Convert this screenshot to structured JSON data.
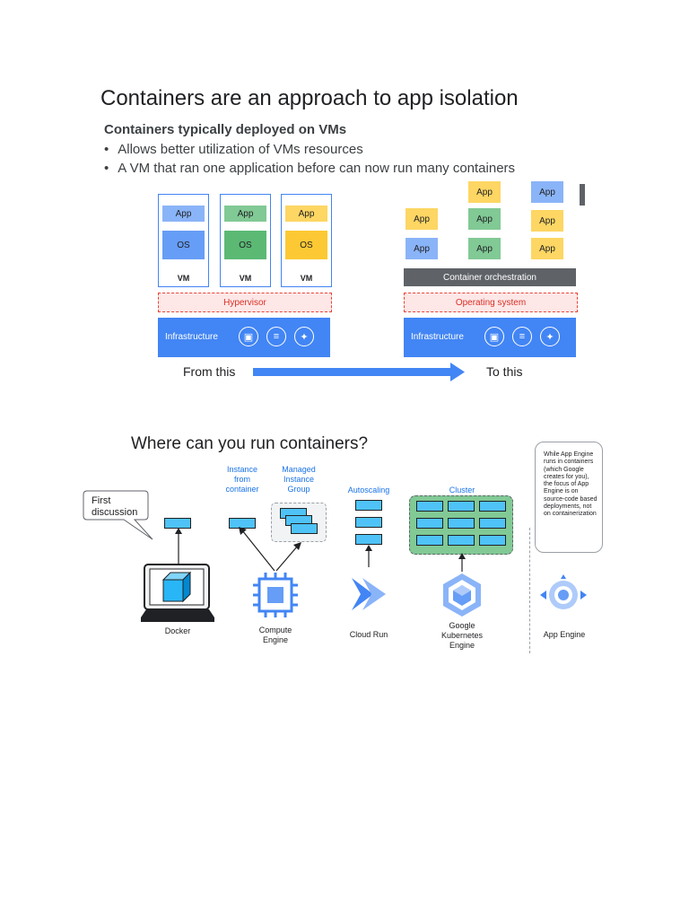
{
  "slide1": {
    "title": "Containers are an approach to app isolation",
    "subtitle": "Containers typically deployed on VMs",
    "bullets": [
      "Allows better utilization of VMs resources",
      "A VM that ran one application before can now run many containers"
    ],
    "vms": [
      {
        "app": "App",
        "os": "OS",
        "label": "VM",
        "color": "blue"
      },
      {
        "app": "App",
        "os": "OS",
        "label": "VM",
        "color": "green"
      },
      {
        "app": "App",
        "os": "OS",
        "label": "VM",
        "color": "yellow"
      }
    ],
    "hypervisor": "Hypervisor",
    "infrastructure": "Infrastructure",
    "container_apps_label": "App",
    "container_orchestration": "Container orchestration",
    "operating_system": "Operating system",
    "from_label": "From this",
    "to_label": "To this",
    "colors": {
      "accent": "#4285f4",
      "dashed": "#ea4335",
      "orchestration": "#5f6368"
    }
  },
  "slide2": {
    "title": "Where can you run containers?",
    "callout": "First discussion",
    "label_instance": "Instance from container",
    "label_managed": "Managed Instance Group",
    "label_autoscaling": "Autoscaling",
    "label_cluster": "Cluster",
    "services": {
      "docker": "Docker",
      "compute": "Compute Engine",
      "cloudrun": "Cloud Run",
      "gke": "Google Kubernetes Engine",
      "appengine": "App Engine"
    },
    "note": "While App Engine runs in containers (which Google creates for you), the focus of App Engine is on source-code based deployments, not on containerization",
    "icons": [
      "monitor-icon",
      "cube-icon",
      "chip-icon",
      "cloud-run-icon",
      "kubernetes-icon",
      "app-engine-icon"
    ]
  }
}
